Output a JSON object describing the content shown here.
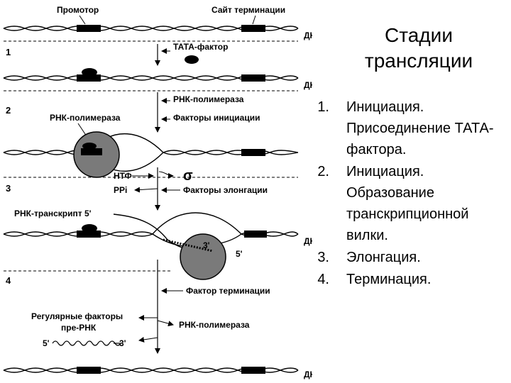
{
  "title": {
    "line1": "Стадии",
    "line2": "трансляции"
  },
  "stages": [
    {
      "num": "1.",
      "text": "Инициация. Присоединение ТАТА-фактора."
    },
    {
      "num": "2.",
      "text": "Инициация. Образование транскрипционной вилки."
    },
    {
      "num": "3.",
      "text": "Элонгация."
    },
    {
      "num": "4.",
      "text": "Терминация."
    }
  ],
  "diagram": {
    "promoter": "Промотор",
    "termination_site": "Сайт терминации",
    "dna": "ДНК",
    "tata_factor": "ТАТА-фактор",
    "rna_polymerase": "РНК-полимераза",
    "initiation_factors": "Факторы инициации",
    "ntp": "НТФ",
    "ppi": "PPi",
    "sigma": "σ",
    "elongation_factors": "Факторы элонгации",
    "rna_transcript": "РНК-транскрипт 5'",
    "three_prime": "3'",
    "five_prime": "5'",
    "termination_factor": "Фактор терминации",
    "regulatory_factors_line1": "Регулярные факторы",
    "regulatory_factors_line2": "пре-РНК",
    "pre_rna_5": "5'",
    "pre_rna_3": "3'",
    "step_labels": [
      "1",
      "2",
      "3",
      "4"
    ]
  }
}
